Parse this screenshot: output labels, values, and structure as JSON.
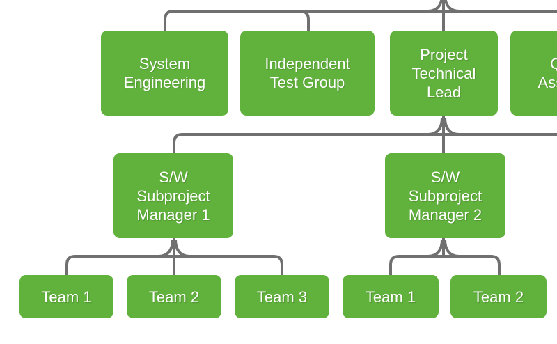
{
  "diagram": {
    "type": "org-chart",
    "colors": {
      "node_fill": "#61b23c",
      "node_text": "#ffffff",
      "connector_line": "#707070",
      "background": "#ffffff"
    },
    "nodes": {
      "system_engineering": {
        "label": "System\nEngineering"
      },
      "independent_test_group": {
        "label": "Independent\nTest Group"
      },
      "project_technical_lead": {
        "label": "Project\nTechnical\nLead"
      },
      "quality_assurance": {
        "label": "Quality\nAssurance"
      },
      "sw_subproject_manager_1": {
        "label": "S/W\nSubproject\nManager 1"
      },
      "sw_subproject_manager_2": {
        "label": "S/W\nSubproject\nManager 2"
      },
      "m1_team_1": {
        "label": "Team 1"
      },
      "m1_team_2": {
        "label": "Team 2"
      },
      "m1_team_3": {
        "label": "Team 3"
      },
      "m2_team_1": {
        "label": "Team 1"
      },
      "m2_team_2": {
        "label": "Team 2"
      }
    },
    "edges": [
      {
        "from": "offscreen_parent_top",
        "to": "system_engineering"
      },
      {
        "from": "offscreen_parent_top",
        "to": "independent_test_group"
      },
      {
        "from": "offscreen_parent_top",
        "to": "project_technical_lead"
      },
      {
        "from": "offscreen_parent_top",
        "to": "quality_assurance"
      },
      {
        "from": "project_technical_lead",
        "to": "sw_subproject_manager_1"
      },
      {
        "from": "project_technical_lead",
        "to": "sw_subproject_manager_2"
      },
      {
        "from": "sw_subproject_manager_1",
        "to": "m1_team_1"
      },
      {
        "from": "sw_subproject_manager_1",
        "to": "m1_team_2"
      },
      {
        "from": "sw_subproject_manager_1",
        "to": "m1_team_3"
      },
      {
        "from": "sw_subproject_manager_2",
        "to": "m2_team_1"
      },
      {
        "from": "sw_subproject_manager_2",
        "to": "m2_team_2"
      }
    ]
  }
}
